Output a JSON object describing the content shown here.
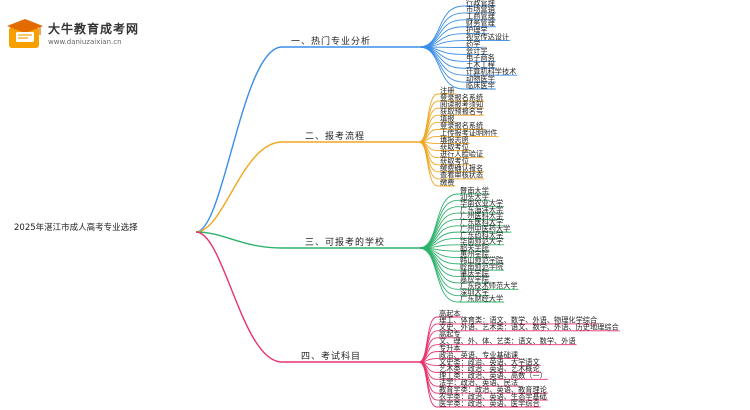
{
  "logo": {
    "title": "大牛教育成考网",
    "url": "www.daniuzaixian.cn"
  },
  "mindmap": {
    "root": "2025年湛江市成人高考专业选择",
    "branches": [
      {
        "label": "一、热门专业分析",
        "color": "#3a8ee6",
        "items": [
          "行政管理",
          "市场营销",
          "工商管理",
          "财务管理",
          "护理学",
          "视觉传达设计",
          "药学",
          "会计学",
          "电子商务",
          "土木工程",
          "计算机科学技术",
          "动物医学",
          "临床医学"
        ]
      },
      {
        "label": "二、报考流程",
        "color": "#f0a722",
        "items": [
          "注册",
          "登录报名系统",
          "阅读报考须知",
          "获取预报名号",
          "填报",
          "登录报名系统",
          "上传报考证明附件",
          "填报志愿",
          "获取考位",
          "进行人脸验证",
          "获取考位",
          "缴费确认报名",
          "查看审核状态",
          "缴费"
        ]
      },
      {
        "label": "三、可报考的学校",
        "color": "#2fb36b",
        "items": [
          "暨南大学",
          "汕头大学",
          "华南农业大学",
          "广东海洋大学",
          "广州医科大学",
          "广东医科大学",
          "广州中医药大学",
          "广东药科大学",
          "华南师范大学",
          "韶关学院",
          "惠州学院",
          "韩山师范学院",
          "岭南师范学院",
          "肇庆学院",
          "嘉应学院",
          "广东技术师范大学",
          "深圳大学",
          "广东财经大学"
        ]
      },
      {
        "label": "四、考试科目",
        "color": "#e8336b",
        "items": [
          "高起本",
          "理工、体育类：语文、数学、外语、物理化学综合",
          "文史、外语、艺术类：语文、数学、外语、历史地理综合",
          "高起专",
          "文、理、外、体、艺类：语文、数学、外语",
          "专升本",
          "政治、英语、专业基础课",
          "文史类：政治、英语、大学语文",
          "艺术类：政治、英语、艺术概论",
          "理工类：政治、英语、高数（一）",
          "法学：政治、英语、民法",
          "教育学类：政治、英语、教育理论",
          "农学类：政治、英语、生态学基础",
          "医学类：政治、英语、医学综合"
        ]
      }
    ]
  }
}
